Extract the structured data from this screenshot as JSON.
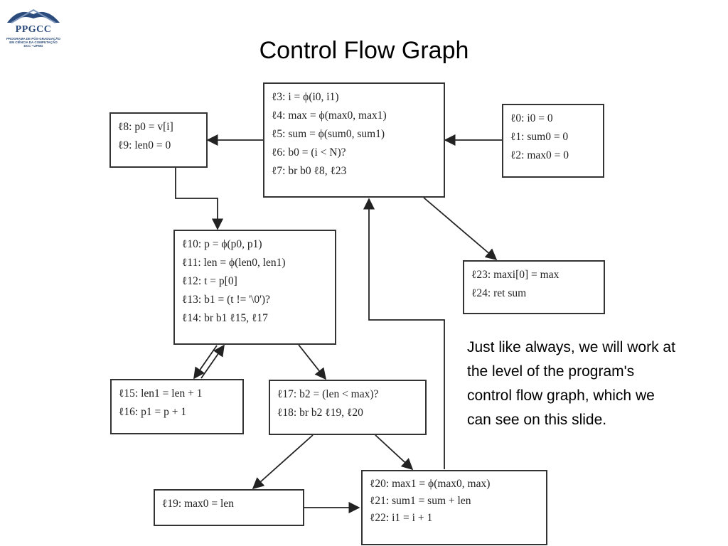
{
  "logo": {
    "name": "PPGCC",
    "sub_lines": [
      "PROGRAMA DE PÓS-GRADUAÇÃO",
      "EM CIÊNCIA DA COMPUTAÇÃO",
      "DCC • UFMG"
    ]
  },
  "title": "Control Flow Graph",
  "nodes": {
    "n3": [
      "ℓ3: i = ϕ(i0, i1)",
      "ℓ4: max = ϕ(max0, max1)",
      "ℓ5: sum = ϕ(sum0, sum1)",
      "ℓ6: b0 = (i < N)?",
      "ℓ7: br b0 ℓ8, ℓ23"
    ],
    "n8": [
      "ℓ8: p0 = v[i]",
      "ℓ9: len0 = 0"
    ],
    "n0": [
      "ℓ0: i0 = 0",
      "ℓ1: sum0 = 0",
      "ℓ2: max0 = 0"
    ],
    "n10": [
      "ℓ10: p = ϕ(p0, p1)",
      "ℓ11: len = ϕ(len0, len1)",
      "ℓ12: t = p[0]",
      "ℓ13: b1 = (t != '\\0')?",
      "ℓ14: br b1 ℓ15, ℓ17"
    ],
    "n23": [
      "ℓ23: maxi[0] = max",
      "ℓ24: ret sum"
    ],
    "n15": [
      "ℓ15: len1 = len + 1",
      "ℓ16: p1 = p + 1"
    ],
    "n17": [
      "ℓ17: b2 = (len < max)?",
      "ℓ18: br b2 ℓ19, ℓ20"
    ],
    "n19": [
      "ℓ19: max0 = len"
    ],
    "n20": [
      "ℓ20: max1 = ϕ(max0, max)",
      "ℓ21: sum1 = sum + len",
      "ℓ22: i1 = i + 1"
    ]
  },
  "caption": "Just like always, we will work at the level of the program's control flow graph, which we can see on this slide."
}
